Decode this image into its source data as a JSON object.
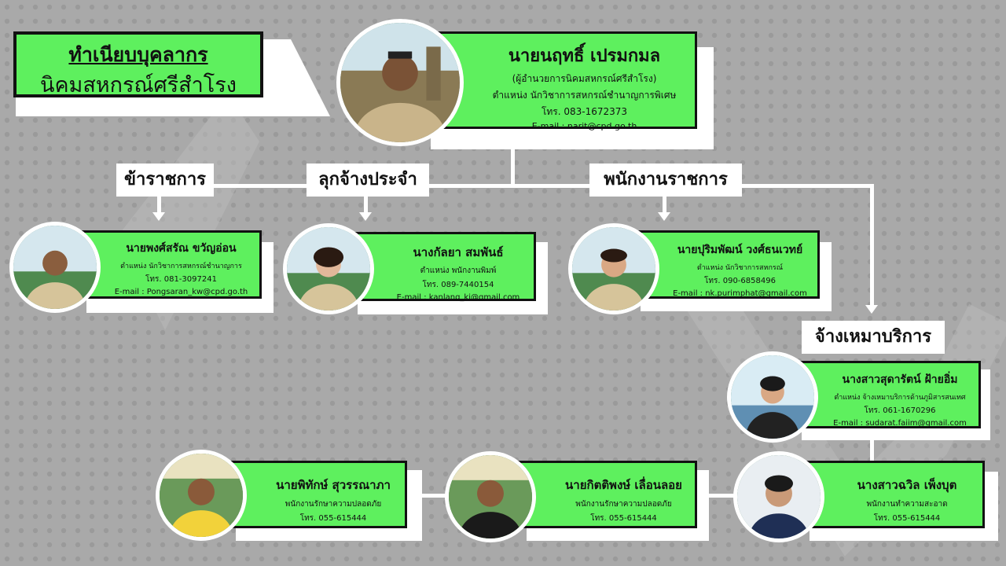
{
  "header": {
    "title_line1": "ทำเนียบบุคลากร",
    "title_line2": "นิคมสหกรณ์ศรีสำโรง"
  },
  "colors": {
    "card_green": "#5ef05e",
    "background_gray": "#a9a9a9",
    "border_black": "#111111",
    "connector_white": "#ffffff"
  },
  "director": {
    "name": "นายนฤทธิ์ เปรมกมล",
    "role": "(ผู้อำนวยการนิคมสหกรณ์ศรีสำโรง)",
    "position": "ตำแหน่ง นักวิชาการสหกรณ์ชำนาญการพิเศษ",
    "phone": "โทร. 083-1672373",
    "email": "E-mail : narit@cpd.go.th",
    "icon": "person-photo-icon"
  },
  "sections": {
    "civil_servant": "ข้าราชการ",
    "permanent_employee": "ลุกจ้างประจำ",
    "government_employee": "พนักงานราชการ",
    "contract_service": "จ้างเหมาบริการ"
  },
  "staff": {
    "pongsaran": {
      "name": "นายพงศ์สรัณ ขวัญอ่อน",
      "position": "ตำแหน่ง นักวิชาการสหกรณ์ชำนาญการ",
      "phone": "โทร. 081-3097241",
      "email": "E-mail : Pongsaran_kw@cpd.go.th"
    },
    "kanlaya": {
      "name": "นางกัลยา สมพันธ์",
      "position": "ตำแหน่ง พนักงานพิมพ์",
      "phone": "โทร. 089-7440154",
      "email": "E-mail : kanlang_ki@gmail.com"
    },
    "purimphat": {
      "name": "นายปุริมพัฒน์ วงศ์ธนเวทย์",
      "position": "ตำแหน่ง นักวิชาการสหกรณ์",
      "phone": "โทร. 090-6858496",
      "email": "E-mail : nk.purimphat@gmail.com"
    },
    "sudarat": {
      "name": "นางสาวสุดารัตน์ ฝ้ายอิ่ม",
      "position": "ตำแหน่ง จ้างเหมาบริการด้านภูมิสารสนเทศ",
      "phone": "โทร. 061-1670296",
      "email": "E-mail : sudarat.faiim@gmail.com"
    },
    "chawin": {
      "name": "นางสาวฉวิล เพ็งบุต",
      "position": "พนักงานทำความสะอาด",
      "phone": "โทร. 055-615444"
    },
    "kittiphong": {
      "name": "นายกิตติพงษ์ เลื่อนลอย",
      "position": "พนักงานรักษาความปลอดภัย",
      "phone": "โทร. 055-615444"
    },
    "phithak": {
      "name": "นายพิทักษ์ สุวรรณาภา",
      "position": "พนักงานรักษาความปลอดภัย",
      "phone": "โทร. 055-615444"
    }
  }
}
